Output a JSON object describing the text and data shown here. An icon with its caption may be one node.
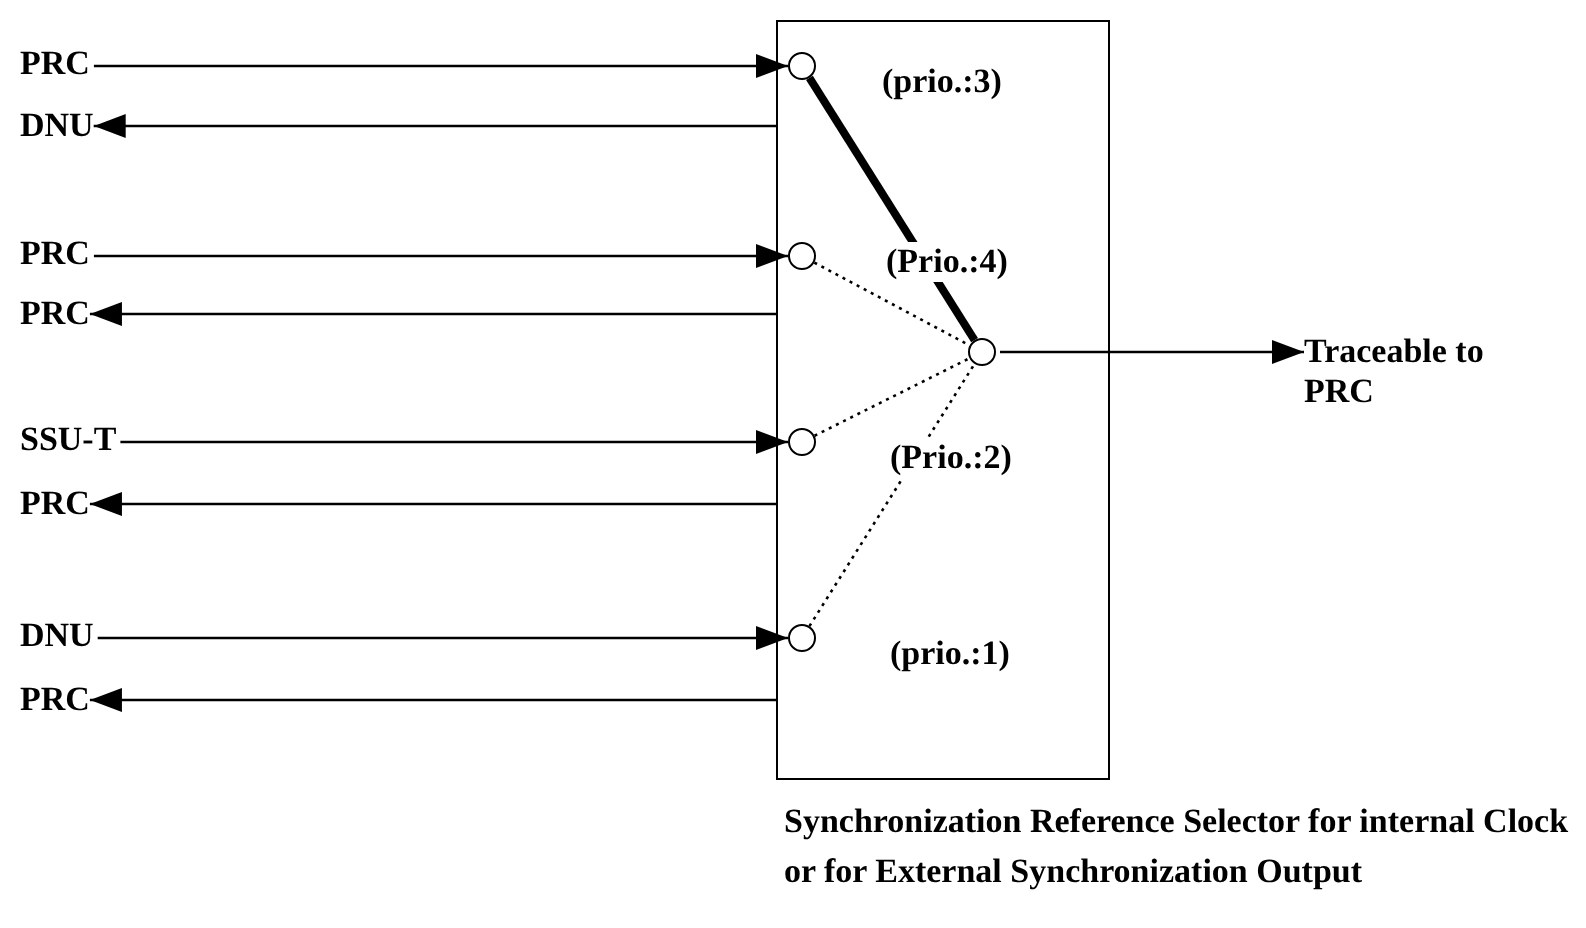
{
  "diagram": {
    "caption": "Synchronization Reference Selector for internal Clock or for External Synchronization Output",
    "nodes": [
      {
        "text": [],
        "shape": "box"
      },
      {
        "text": [
          "PRC"
        ]
      },
      {
        "text": [
          "DNU"
        ]
      },
      {
        "text": [
          "PRC"
        ]
      },
      {
        "text": [
          "PRC"
        ]
      },
      {
        "text": [
          "SSU-T"
        ]
      },
      {
        "text": [
          "PRC"
        ]
      },
      {
        "text": [
          "DNU"
        ]
      },
      {
        "text": [
          "PRC"
        ]
      },
      {
        "text": [],
        "shape": "circle",
        "in": 0,
        "beside": [
          "(prio.:3)"
        ]
      },
      {
        "text": [],
        "shape": "circle",
        "in": 0,
        "beside": [
          "(Prio.:4)"
        ]
      },
      {
        "text": [],
        "shape": "circle",
        "in": 0,
        "beside": [
          "(Prio.:2)"
        ]
      },
      {
        "text": [],
        "shape": "circle",
        "in": 0,
        "beside": [
          "(prio.:1)"
        ]
      },
      {
        "text": [],
        "shape": "circle",
        "in": 0
      },
      {
        "text": [
          "Traceable to PRC"
        ]
      }
    ],
    "edges": [
      {
        "from": 1,
        "to": 9,
        "arrow": "to"
      },
      {
        "from": 0,
        "to": 2,
        "arrow": "to"
      },
      {
        "from": 3,
        "to": 10,
        "arrow": "to"
      },
      {
        "from": 0,
        "to": 4,
        "arrow": "to"
      },
      {
        "from": 5,
        "to": 11,
        "arrow": "to"
      },
      {
        "from": 0,
        "to": 6,
        "arrow": "to"
      },
      {
        "from": 7,
        "to": 12,
        "arrow": "to"
      },
      {
        "from": 0,
        "to": 8,
        "arrow": "to"
      },
      {
        "from": 9,
        "to": 13,
        "arrow": "none",
        "style": "thick"
      },
      {
        "from": 10,
        "to": 13,
        "arrow": "none",
        "style": "dashed"
      },
      {
        "from": 11,
        "to": 13,
        "arrow": "none",
        "style": "dashed"
      },
      {
        "from": 12,
        "to": 13,
        "arrow": "none",
        "style": "dashed"
      },
      {
        "from": 13,
        "to": 14,
        "arrow": "to"
      }
    ]
  }
}
